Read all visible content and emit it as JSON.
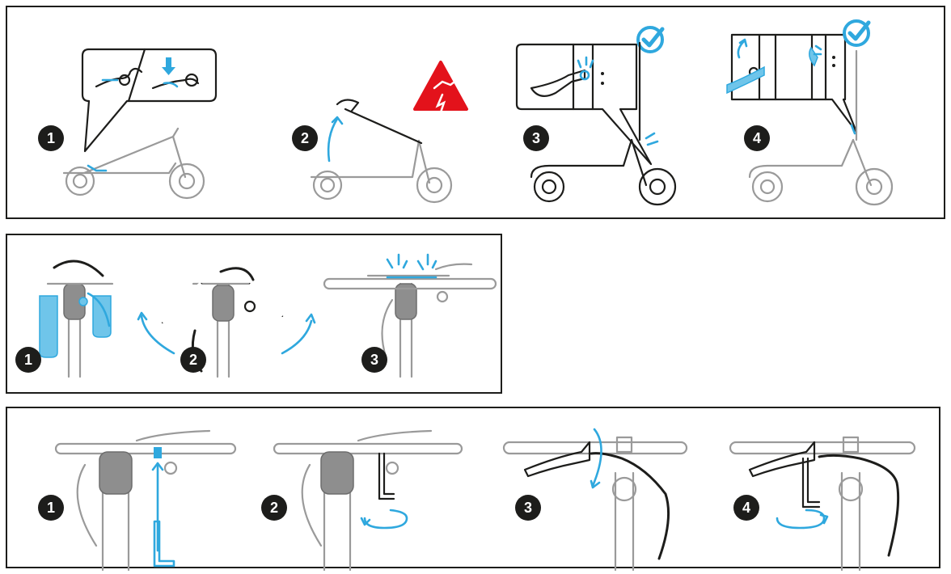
{
  "panels": [
    {
      "name": "fold-scooter-steps",
      "steps": [
        "1",
        "2",
        "3",
        "4"
      ]
    },
    {
      "name": "fold-handlebar-steps",
      "steps": [
        "1",
        "2",
        "3"
      ]
    },
    {
      "name": "brake-lever-adjust-steps",
      "steps": [
        "1",
        "2",
        "3",
        "4"
      ]
    }
  ],
  "icons": {
    "warning": "pinch-hazard-warning-icon",
    "check": "checkmark-icon",
    "arrow": "rotate-arrow-icon",
    "hex_key": "hex-key-icon"
  },
  "colors": {
    "accent": "#2fa8de",
    "accent_fill": "#6fc5ea",
    "warning": "#e3121b",
    "outline": "#1d1d1b",
    "gray": "#9a9a9a"
  }
}
